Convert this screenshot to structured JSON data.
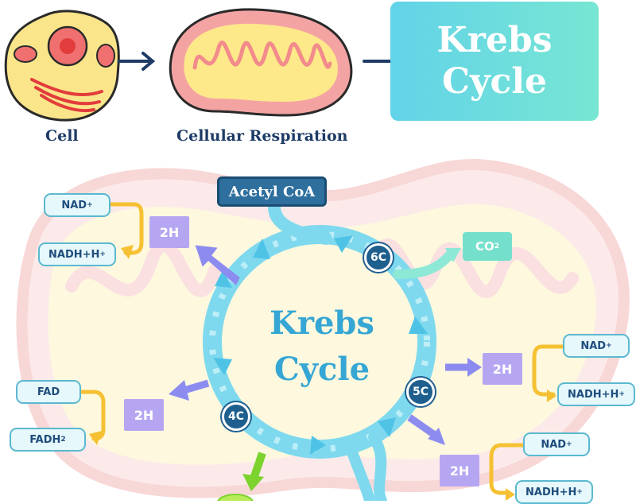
{
  "top": {
    "cell_label": "Cell",
    "respiration_label": "Cellular Respiration",
    "krebs_title_line1": "Krebs",
    "krebs_title_line2": "Cycle"
  },
  "cycle": {
    "center_line1": "Krebs",
    "center_line2": "Cycle",
    "acetyl_label": "Acetyl CoA",
    "nodes": {
      "six": "6C",
      "five": "5C",
      "four": "4C"
    },
    "co2": {
      "base": "CO",
      "sub": "2"
    }
  },
  "carriers": {
    "left_top": {
      "nad_base": "NAD",
      "nad_sup": "+",
      "nadh_base": "NADH+H",
      "nadh_sup": "+",
      "h_label": "2H"
    },
    "left_bottom": {
      "fad": "FAD",
      "fadh_base": "FADH",
      "fadh_sub": "2",
      "h_label": "2H"
    },
    "right_mid": {
      "nad_base": "NAD",
      "nad_sup": "+",
      "nadh_base": "NADH+H",
      "nadh_sup": "+",
      "h_label": "2H"
    },
    "right_bottom": {
      "nad_base": "NAD",
      "nad_sup": "+",
      "nadh_base": "NADH+H",
      "nadh_sup": "+",
      "h_label": "2H"
    }
  },
  "colors": {
    "navy": "#1d3b66",
    "cycle_blue": "#4fc3e6",
    "cycle_teal": "#7fe6d2",
    "h_box": "#b6a6f2",
    "bridge_yellow": "#f5c133",
    "mito_pink": "#f3b7b7",
    "mito_yellow": "#fdf0b6"
  }
}
